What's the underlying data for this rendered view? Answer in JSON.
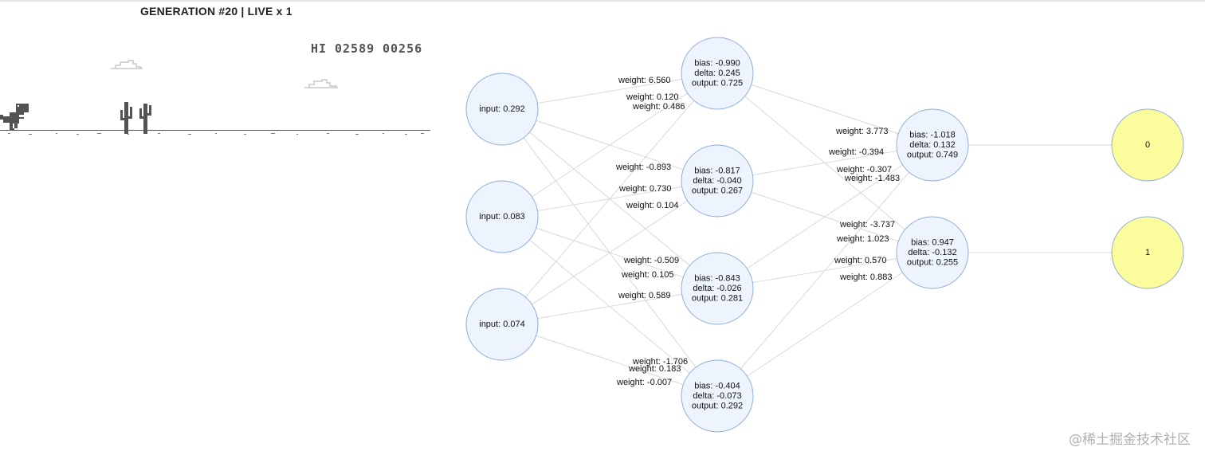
{
  "header": {
    "title": "GENERATION #20 | LIVE x 1"
  },
  "game": {
    "hi_label": "HI",
    "hi_score": "02589",
    "score": "00256"
  },
  "network": {
    "inputs": [
      "input: 0.292",
      "input: 0.083",
      "input: 0.074"
    ],
    "hidden1": [
      {
        "bias": "bias: -0.990",
        "delta": "delta: 0.245",
        "output": "output: 0.725"
      },
      {
        "bias": "bias: -0.817",
        "delta": "delta: -0.040",
        "output": "output: 0.267"
      },
      {
        "bias": "bias: -0.843",
        "delta": "delta: -0.026",
        "output": "output: 0.281"
      },
      {
        "bias": "bias: -0.404",
        "delta": "delta: -0.073",
        "output": "output: 0.292"
      }
    ],
    "hidden2": [
      {
        "bias": "bias: -1.018",
        "delta": "delta: 0.132",
        "output": "output: 0.749"
      },
      {
        "bias": "bias: 0.947",
        "delta": "delta: -0.132",
        "output": "output: 0.255"
      }
    ],
    "outputs": [
      "0",
      "1"
    ],
    "weights_layer1": [
      "weight: 6.560",
      "weight: 0.120",
      "weight: 0.486",
      "weight: -0.893",
      "weight: 0.730",
      "weight: 0.104",
      "weight: -0.509",
      "weight: 0.105",
      "weight: 0.589",
      "weight: -1.706",
      "weight: 0.183",
      "weight: -0.007"
    ],
    "weights_layer2": [
      "weight: 3.773",
      "weight: -0.394",
      "weight: -0.307",
      "weight: -1.483",
      "weight: -3.737",
      "weight: 1.023",
      "weight: 0.570",
      "weight: 0.883"
    ]
  },
  "watermark": "@稀土掘金技术社区",
  "colors": {
    "hidden_fill": "#eef4fd",
    "output_fill": "#fbfc9c",
    "node_stroke": "#90aedb",
    "edge": "#d9d9d9",
    "ink": "#535353"
  }
}
